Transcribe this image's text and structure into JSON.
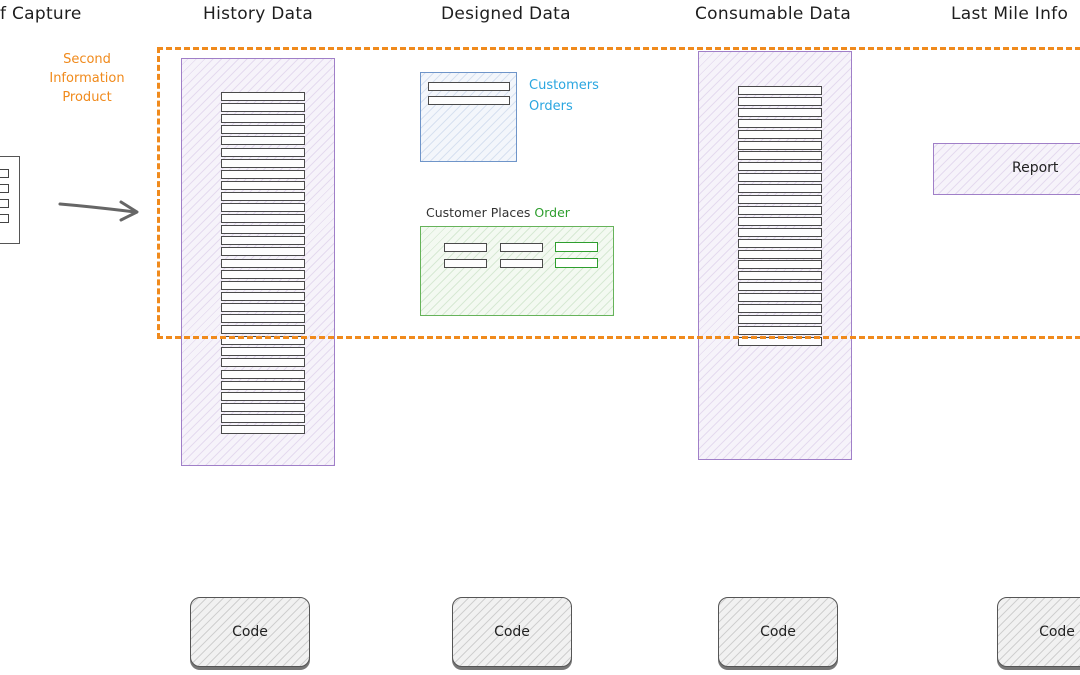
{
  "headers": {
    "capture": "f Capture",
    "history": "History Data",
    "designed": "Designed Data",
    "consumable": "Consumable Data",
    "last_mile": "Last Mile Info"
  },
  "second_product": [
    "Second",
    "Information",
    "Product"
  ],
  "designed": {
    "entity_labels": [
      "Customers",
      "Orders"
    ],
    "relation_prefix": "Customer Places",
    "relation_highlight": "Order"
  },
  "report_label": "Report",
  "code_labels": [
    "Code",
    "Code",
    "Code",
    "Code"
  ],
  "colors": {
    "frame": "#f08a1c",
    "purple": "#a07fc8",
    "blue": "#6f95c9",
    "green": "#66b35a",
    "label_blue": "#2aa6e0",
    "highlight_green": "#2e9e2e"
  }
}
